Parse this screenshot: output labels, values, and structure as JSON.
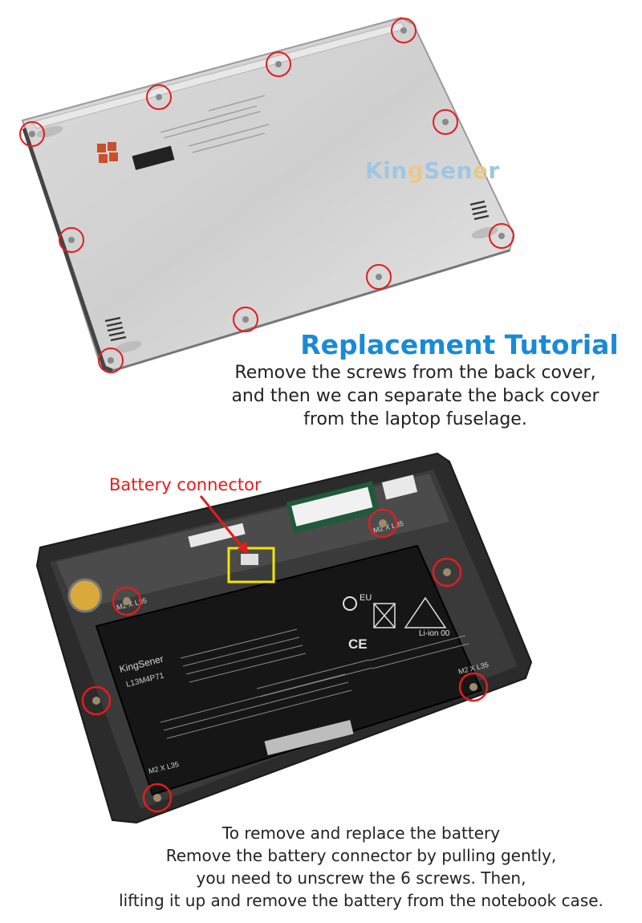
{
  "watermark": {
    "part1": "Kin",
    "part2": "g",
    "part3": "Sen",
    "part4": "e",
    "part5": "r"
  },
  "cover_section": {
    "title": "Replacement Tutorial",
    "lines": [
      "Remove the screws from the back cover,",
      "and then we can separate the back cover",
      "from the laptop fuselage."
    ]
  },
  "battery_section": {
    "connector_label": "Battery connector",
    "battery_brand": "KingSener",
    "battery_model": "L13M4P71",
    "screw_labels": [
      "M2 X L35",
      "M2 X L35",
      "M2 X L35",
      "M2 X L35"
    ],
    "cert_marks": {
      "eu": "EU",
      "ce": "CE",
      "liion": "Li-ion 00"
    },
    "lines": [
      "To remove and replace the battery",
      "Remove the battery connector by pulling gently,",
      "you need to unscrew the 6 screws. Then,",
      "lifting it up and remove the battery from the notebook case."
    ]
  },
  "colors": {
    "highlight_red": "#e51c1c",
    "title_blue": "#1a8ad6",
    "connector_box": "#f2e600"
  }
}
